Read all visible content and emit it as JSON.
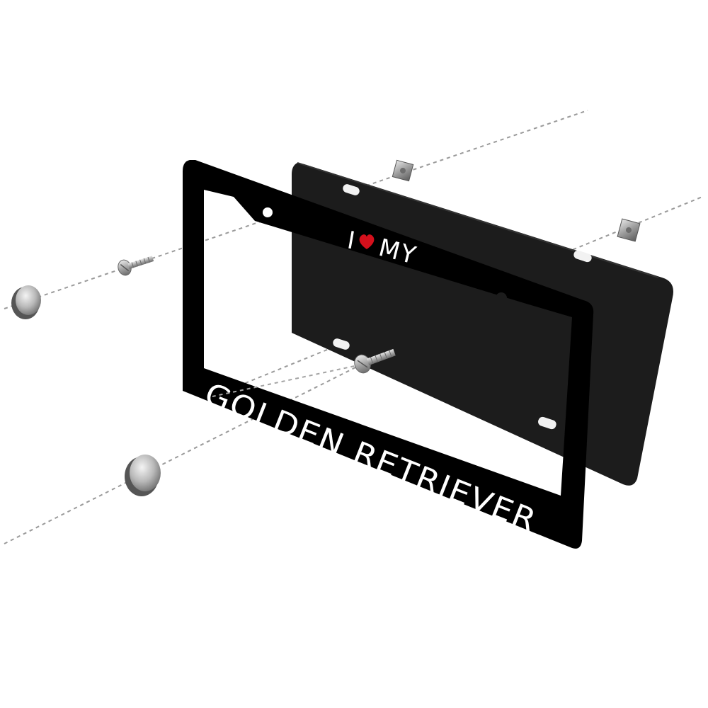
{
  "frame": {
    "top_text_left": "I",
    "top_text_right": "MY",
    "bottom_text": "GOLDEN RETRIEVER"
  },
  "colors": {
    "frame": "#000000",
    "back_plate": "#1b1b1b",
    "text": "#ffffff",
    "heart": "#d4101c",
    "guide_line": "#9a9a9a",
    "metal": "#c8c8c8"
  },
  "icons": {
    "heart": "heart-icon",
    "screw": "screw-icon",
    "screw_cap": "screw-cap-icon",
    "nut": "square-nut-icon"
  }
}
